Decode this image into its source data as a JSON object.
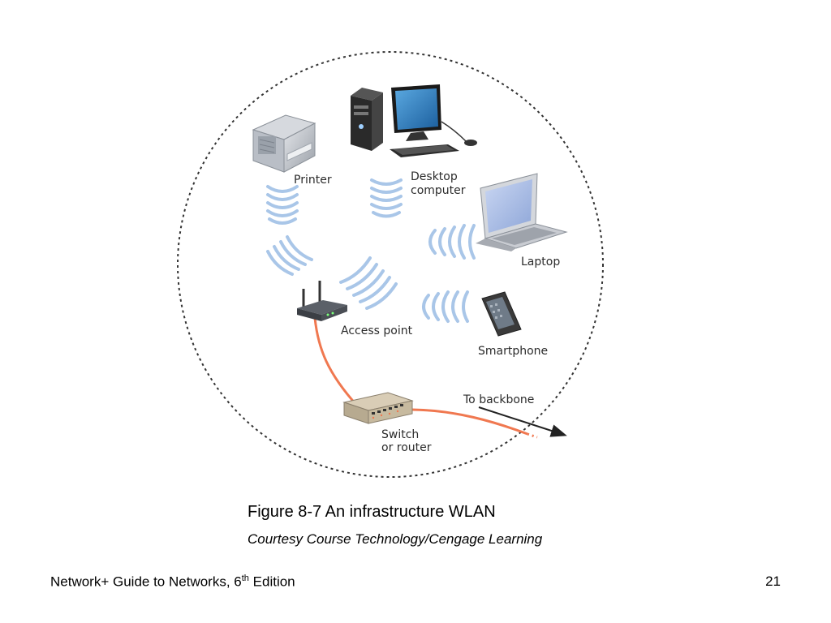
{
  "diagram": {
    "labels": {
      "printer": "Printer",
      "desktop_line1": "Desktop",
      "desktop_line2": "computer",
      "laptop": "Laptop",
      "access_point": "Access point",
      "smartphone": "Smartphone",
      "backbone": "To backbone",
      "switch_line1": "Switch",
      "switch_line2": "or router"
    },
    "icons": [
      "printer-icon",
      "desktop-computer-icon",
      "laptop-icon",
      "access-point-icon",
      "smartphone-icon",
      "switch-router-icon"
    ],
    "colors": {
      "cable": "#f07850",
      "wave": "#a9c6e8",
      "boundary": "#333333"
    }
  },
  "caption": {
    "title": "Figure 8-7 An infrastructure WLAN",
    "credit": "Courtesy Course Technology/Cengage Learning"
  },
  "footer": {
    "book_prefix": "Network+ Guide to Networks, 6",
    "book_sup": "th",
    "book_suffix": " Edition",
    "page_number": "21"
  }
}
